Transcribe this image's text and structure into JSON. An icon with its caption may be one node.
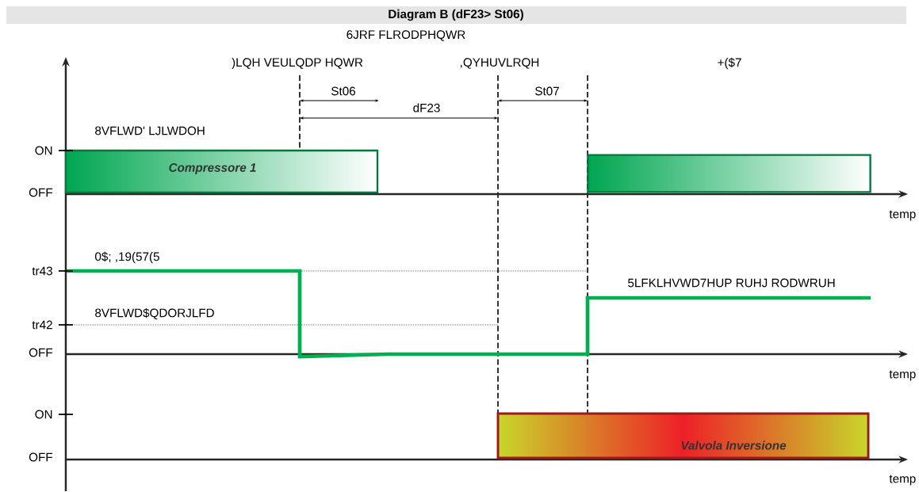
{
  "diagram": {
    "title": "Diagram B (dF23> St06)",
    "nodes": [
      {
        "text": [
          "Compressore 1"
        ]
      },
      {
        "text": [],
        "shape": "bar"
      },
      {
        "text": [
          "Valvola Inversione"
        ]
      }
    ],
    "labels": [
      "6JRF FLRODPHQWR",
      ")LQH VEULQDP HQWR",
      ",QYHUVLRQH",
      "+($7",
      "St06",
      "St07",
      "dF23",
      "8VFLWD' LJLWDOH",
      "ON",
      "OFF",
      "temp",
      "0$; ,19(57(5",
      "tr43",
      "5LFKLHVWD7HUP RUHJ RODWRUH",
      "8VFLWD$QDORJLFD",
      "tr42",
      "OFF",
      "temp",
      "ON",
      "OFF",
      "temp"
    ]
  }
}
